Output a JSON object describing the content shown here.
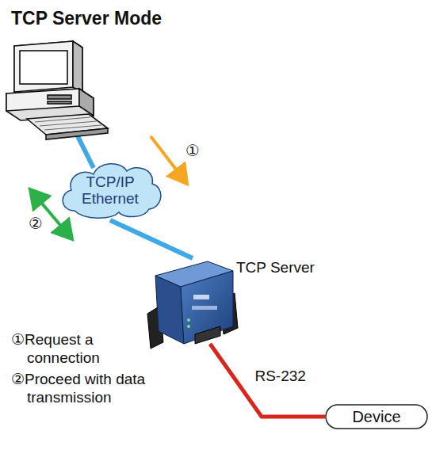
{
  "diagram": {
    "title": "TCP Server Mode",
    "nodes": [
      {
        "text": [
          "TCP/IP Ethernet"
        ]
      },
      {
        "text": [
          "TCP Server"
        ]
      },
      {
        "text": [
          "Device"
        ]
      }
    ],
    "edges": [
      {
        "from": 0,
        "to": 1,
        "arrow": "none"
      },
      {
        "from": 1,
        "to": 2,
        "label": "RS-232",
        "arrow": "none"
      }
    ],
    "labels": [
      "①",
      "②",
      "①Request a connection",
      "②Proceed with data transmission"
    ]
  }
}
